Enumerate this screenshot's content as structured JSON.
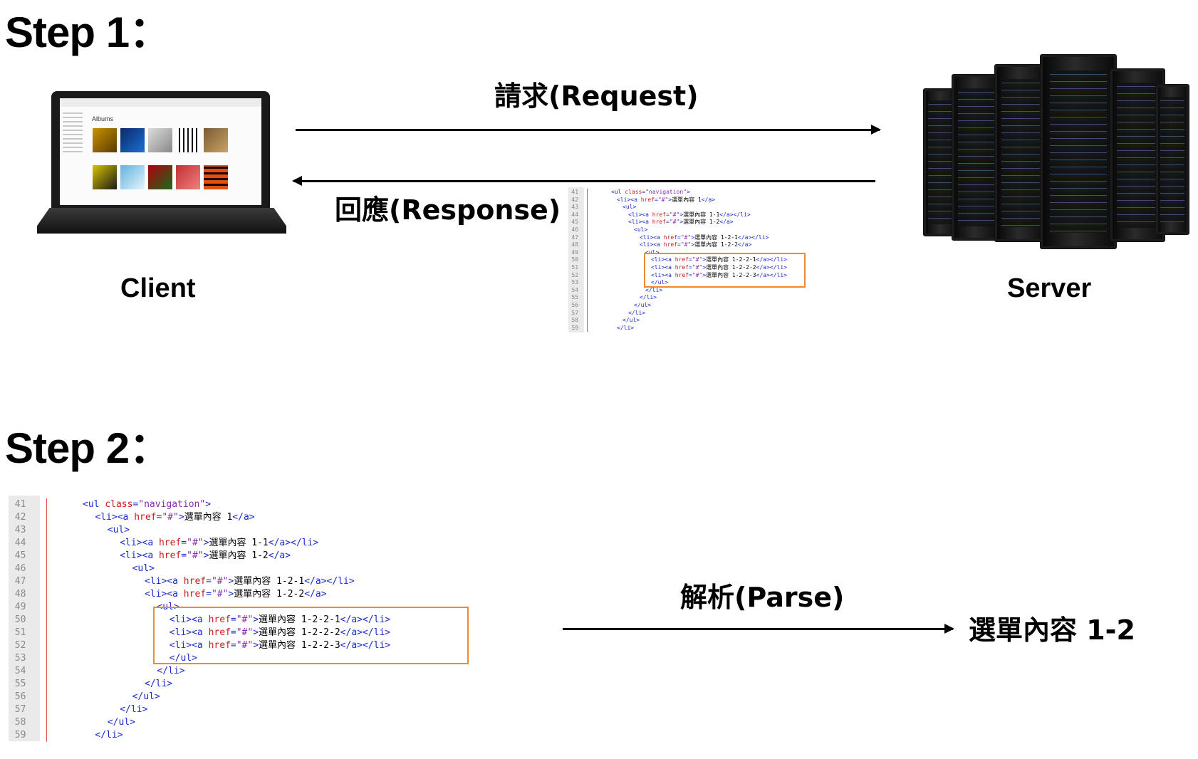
{
  "step1": {
    "title": "Step 1："
  },
  "step2": {
    "title": "Step 2："
  },
  "request_label": "請求(Request)",
  "response_label": "回應(Response)",
  "client_label": "Client",
  "server_label": "Server",
  "parse_label": "解析(Parse)",
  "result_label": "選單內容 1-2",
  "laptop_screen": {
    "title": "Albums"
  },
  "colors": {
    "tag": "#1b2bcc",
    "attr": "#cc1b1b",
    "string": "#8a2bb0",
    "highlight_box": "#f08a30",
    "gutter_bg": "#eaeaea",
    "fold_line": "#e05050"
  },
  "code": {
    "line_numbers": [
      "41",
      "42",
      "43",
      "44",
      "45",
      "46",
      "47",
      "48",
      "49",
      "50",
      "51",
      "52",
      "53",
      "54",
      "55",
      "56",
      "57",
      "58",
      "59"
    ],
    "lines": [
      "<ul class=\"navigation\">",
      "<li><a href=\"#\">選單內容 1</a>",
      "<ul>",
      "<li><a href=\"#\">選單內容 1-1</a></li>",
      "<li><a href=\"#\">選單內容 1-2</a>",
      "<ul>",
      "<li><a href=\"#\">選單內容 1-2-1</a></li>",
      "<li><a href=\"#\">選單內容 1-2-2</a>",
      "<ul>",
      "<li><a href=\"#\">選單內容 1-2-2-1</a></li>",
      "<li><a href=\"#\">選單內容 1-2-2-2</a></li>",
      "<li><a href=\"#\">選單內容 1-2-2-3</a></li>",
      "</ul>",
      "</li>",
      "</li>",
      "</ul>",
      "</li>",
      "</ul>",
      "</li>"
    ],
    "indent_levels": [
      0,
      1,
      2,
      3,
      3,
      4,
      5,
      5,
      6,
      7,
      7,
      7,
      7,
      6,
      5,
      4,
      3,
      2,
      1
    ],
    "highlight_range": [
      9,
      12
    ]
  }
}
